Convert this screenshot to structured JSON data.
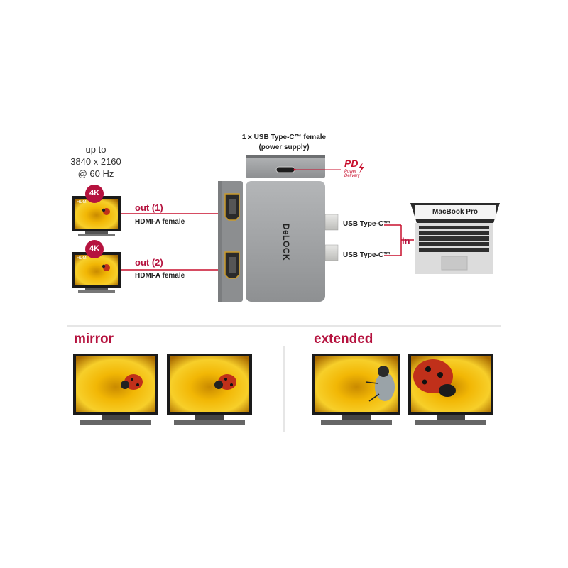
{
  "resolution": {
    "line1": "up to",
    "line2": "3840 x 2160",
    "line3": "@ 60 Hz"
  },
  "badge_4k": "4K",
  "monitor_label": "HDMI",
  "outputs": [
    {
      "label": "out (1)",
      "connector": "HDMI-A female"
    },
    {
      "label": "out (2)",
      "connector": "HDMI-A female"
    }
  ],
  "power_supply": {
    "line1": "1 x USB Type-C™ female",
    "line2": "(power supply)"
  },
  "pd": {
    "logo": "PD",
    "line1": "Power",
    "line2": "Delivery"
  },
  "brand": "DeLOCK",
  "inputs": [
    "USB Type-C™",
    "USB Type-C™"
  ],
  "input_label": "in",
  "laptop": {
    "title": "MacBook Pro"
  },
  "modes": {
    "mirror": "mirror",
    "extended": "extended"
  },
  "colors": {
    "accent": "#b5123e",
    "device": "#9a9c9e",
    "line": "#c8102e"
  },
  "icons": [
    "hdmi-port-icon",
    "usb-c-port-icon",
    "flower-image-icon",
    "ladybug-icon"
  ]
}
